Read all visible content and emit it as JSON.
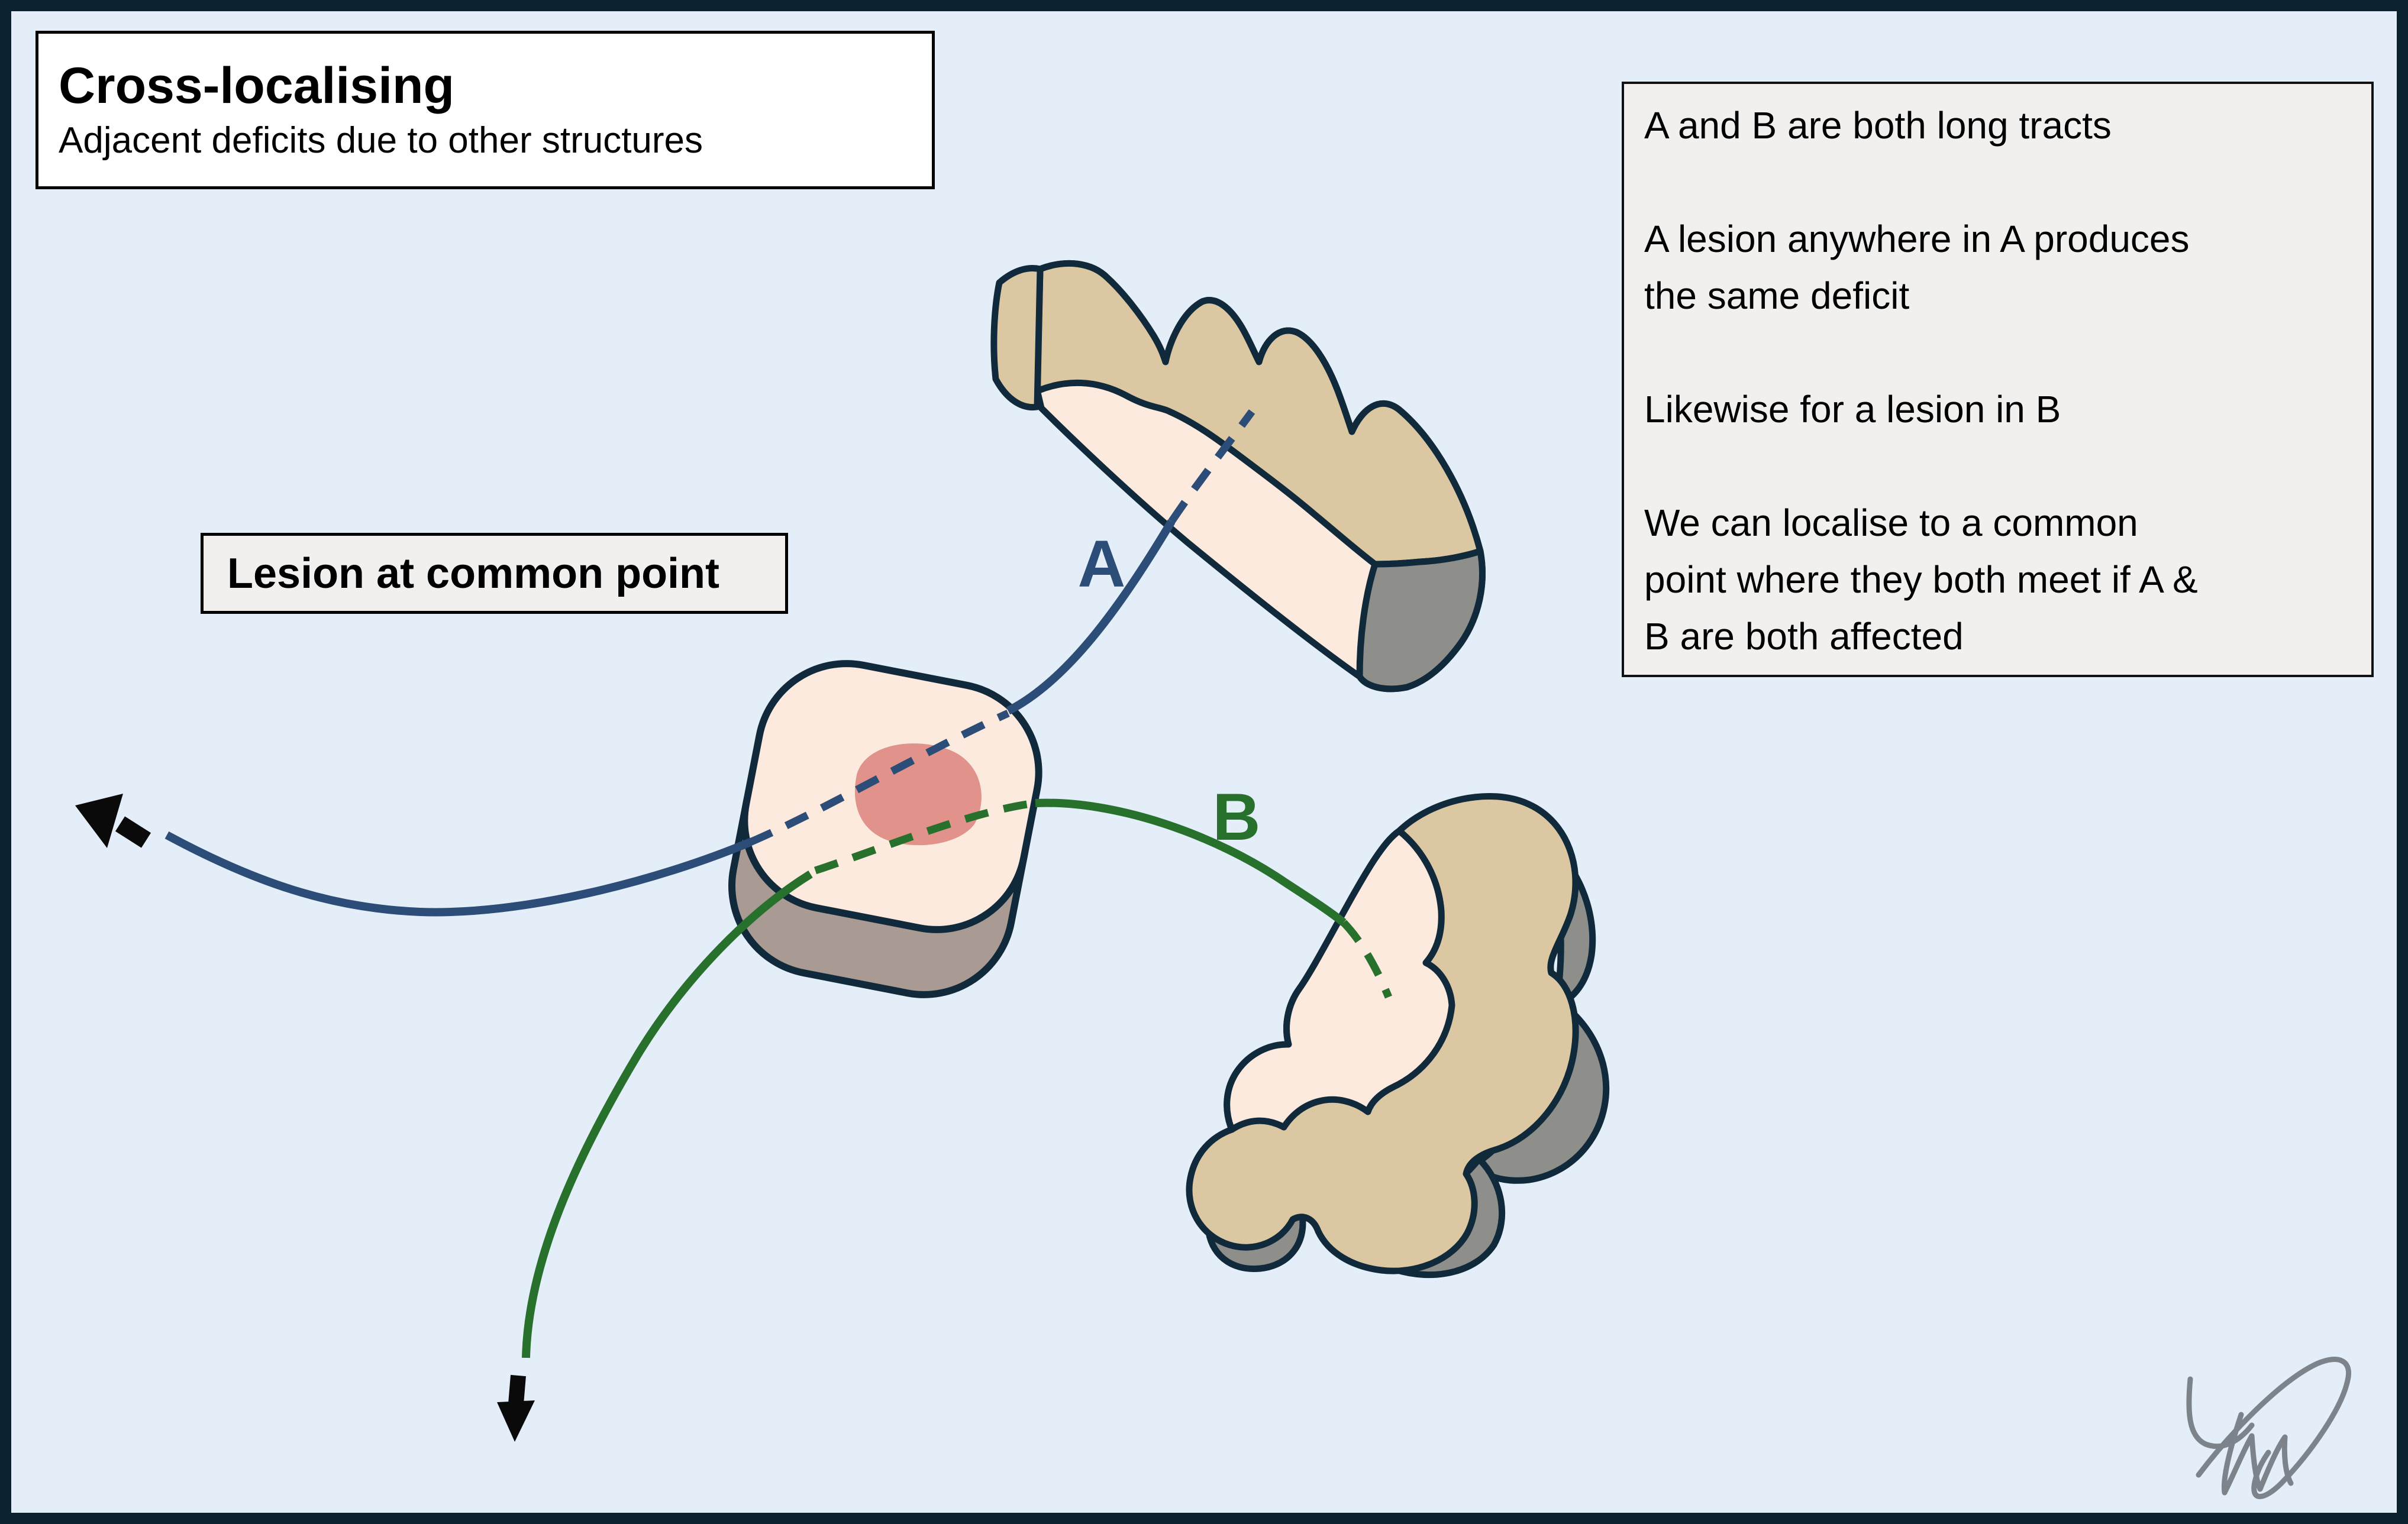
{
  "title_box": {
    "title": "Cross-localising",
    "subtitle": "Adjacent deficits due to other structures"
  },
  "lesion_label": "Lesion at common point",
  "info_box": {
    "lines": [
      "A and B are both long tracts",
      "",
      "A lesion anywhere in A produces",
      "the same deficit",
      "",
      "Likewise for a lesion in B",
      "",
      "We can localise to a common",
      "point where they both meet if A &",
      "B are both affected"
    ]
  },
  "labels": {
    "tract_a": "A",
    "tract_b": "B"
  },
  "colors": {
    "background": "#e4eef9",
    "frame": "#0c2231",
    "outline": "#10293b",
    "cream": "#fceade",
    "tan": "#dbc8a3",
    "disc_side": "#a99b93",
    "slab_gray": "#8e8e8b",
    "lesion": "#e0928b",
    "tract_a": "#2b4d77",
    "tract_b": "#27712d",
    "arrow": "#0a0a0a",
    "signature": "#7d838a"
  }
}
